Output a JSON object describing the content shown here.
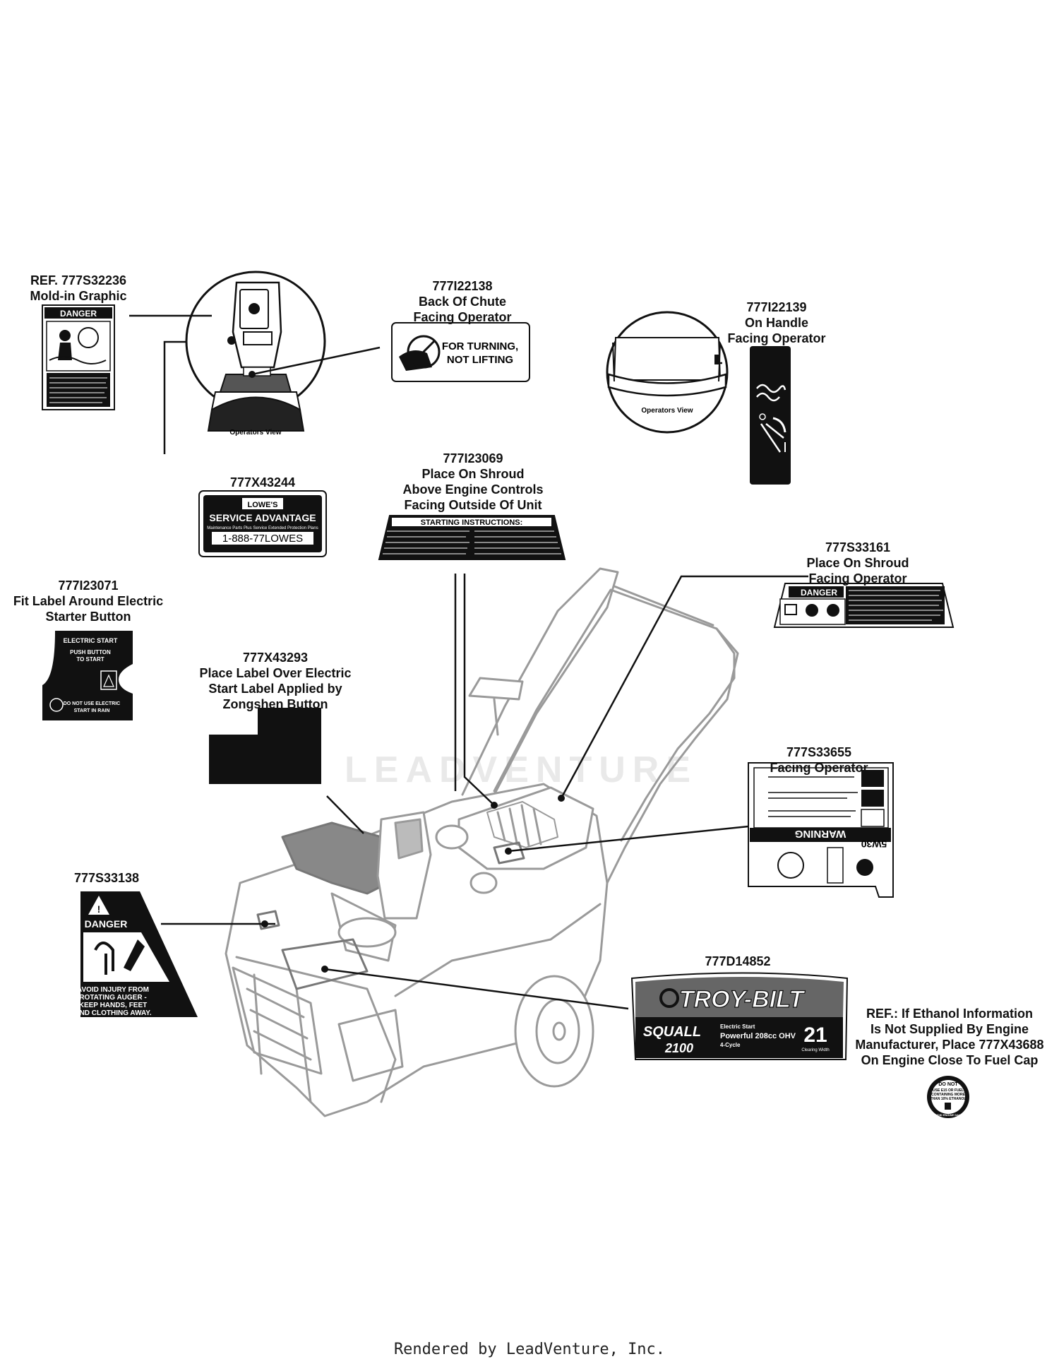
{
  "watermark": "LEADVENTURE",
  "footer": "Rendered by LeadVenture, Inc.",
  "callouts": {
    "c777s32236": [
      "REF. 777S32236",
      "Mold-in Graphic"
    ],
    "c777i22138": [
      "777I22138",
      "Back Of Chute",
      "Facing Operator"
    ],
    "c777i22139": [
      "777I22139",
      "On Handle",
      "Facing Operator"
    ],
    "c777x43244": [
      "777X43244"
    ],
    "c777i23069": [
      "777I23069",
      "Place On Shroud",
      "Above Engine Controls",
      "Facing Outside Of Unit"
    ],
    "c777s33161": [
      "777S33161",
      "Place On Shroud",
      "Facing Operator"
    ],
    "c777i23071": [
      "777I23071",
      "Fit Label Around Electric",
      "Starter Button"
    ],
    "c777x43293": [
      "777X43293",
      "Place Label Over Electric",
      "Start Label Applied by",
      "Zongshen Button"
    ],
    "c777s33655": [
      "777S33655",
      "Facing Operator"
    ],
    "c777s33138": [
      "777S33138"
    ],
    "c777d14852": [
      "777D14852"
    ],
    "cref": [
      "REF.:  If Ethanol Information",
      "Is Not Supplied By Engine",
      "Manufacturer, Place 777X43688",
      "On Engine Close To Fuel Cap"
    ]
  },
  "views": {
    "operators_view": "Operators View"
  },
  "labels": {
    "danger": "DANGER",
    "warning": "WARNING",
    "for_turning": [
      "FOR TURNING,",
      "NOT LIFTING"
    ],
    "lowes": "LOWE'S",
    "service_advantage": "SERVICE ADVANTAGE",
    "service_sub": "Maintenance Parts Plus Service  Extended Protection Plans",
    "phone": "1-888-77LOWES",
    "starting_instructions": "STARTING INSTRUCTIONS:",
    "electric_start": "ELECTRIC START",
    "push_button": [
      "PUSH BUTTON",
      "TO START"
    ],
    "do_not_use": [
      "DO NOT USE ELECTRIC",
      "START IN RAIN"
    ],
    "avoid_injury": [
      "AVOID INJURY FROM",
      "ROTATING AUGER -",
      "KEEP HANDS, FEET",
      "AND CLOTHING AWAY."
    ],
    "oil": "5W30",
    "troy_bilt": "TROY-BILT",
    "squall": "SQUALL",
    "model": "2100",
    "features": [
      "Electric Start",
      "Powerful  208cc OHV",
      "4-Cycle"
    ],
    "width_num": "21",
    "width_text": "Clearing Width",
    "ethanol": [
      "DO NOT",
      "USE E15 OR FUEL",
      "CONTAINING MORE",
      "THAN 10% ETHANOL"
    ],
    "ethanol_ring": "TO AVOID ENGINE DAMAGE"
  }
}
